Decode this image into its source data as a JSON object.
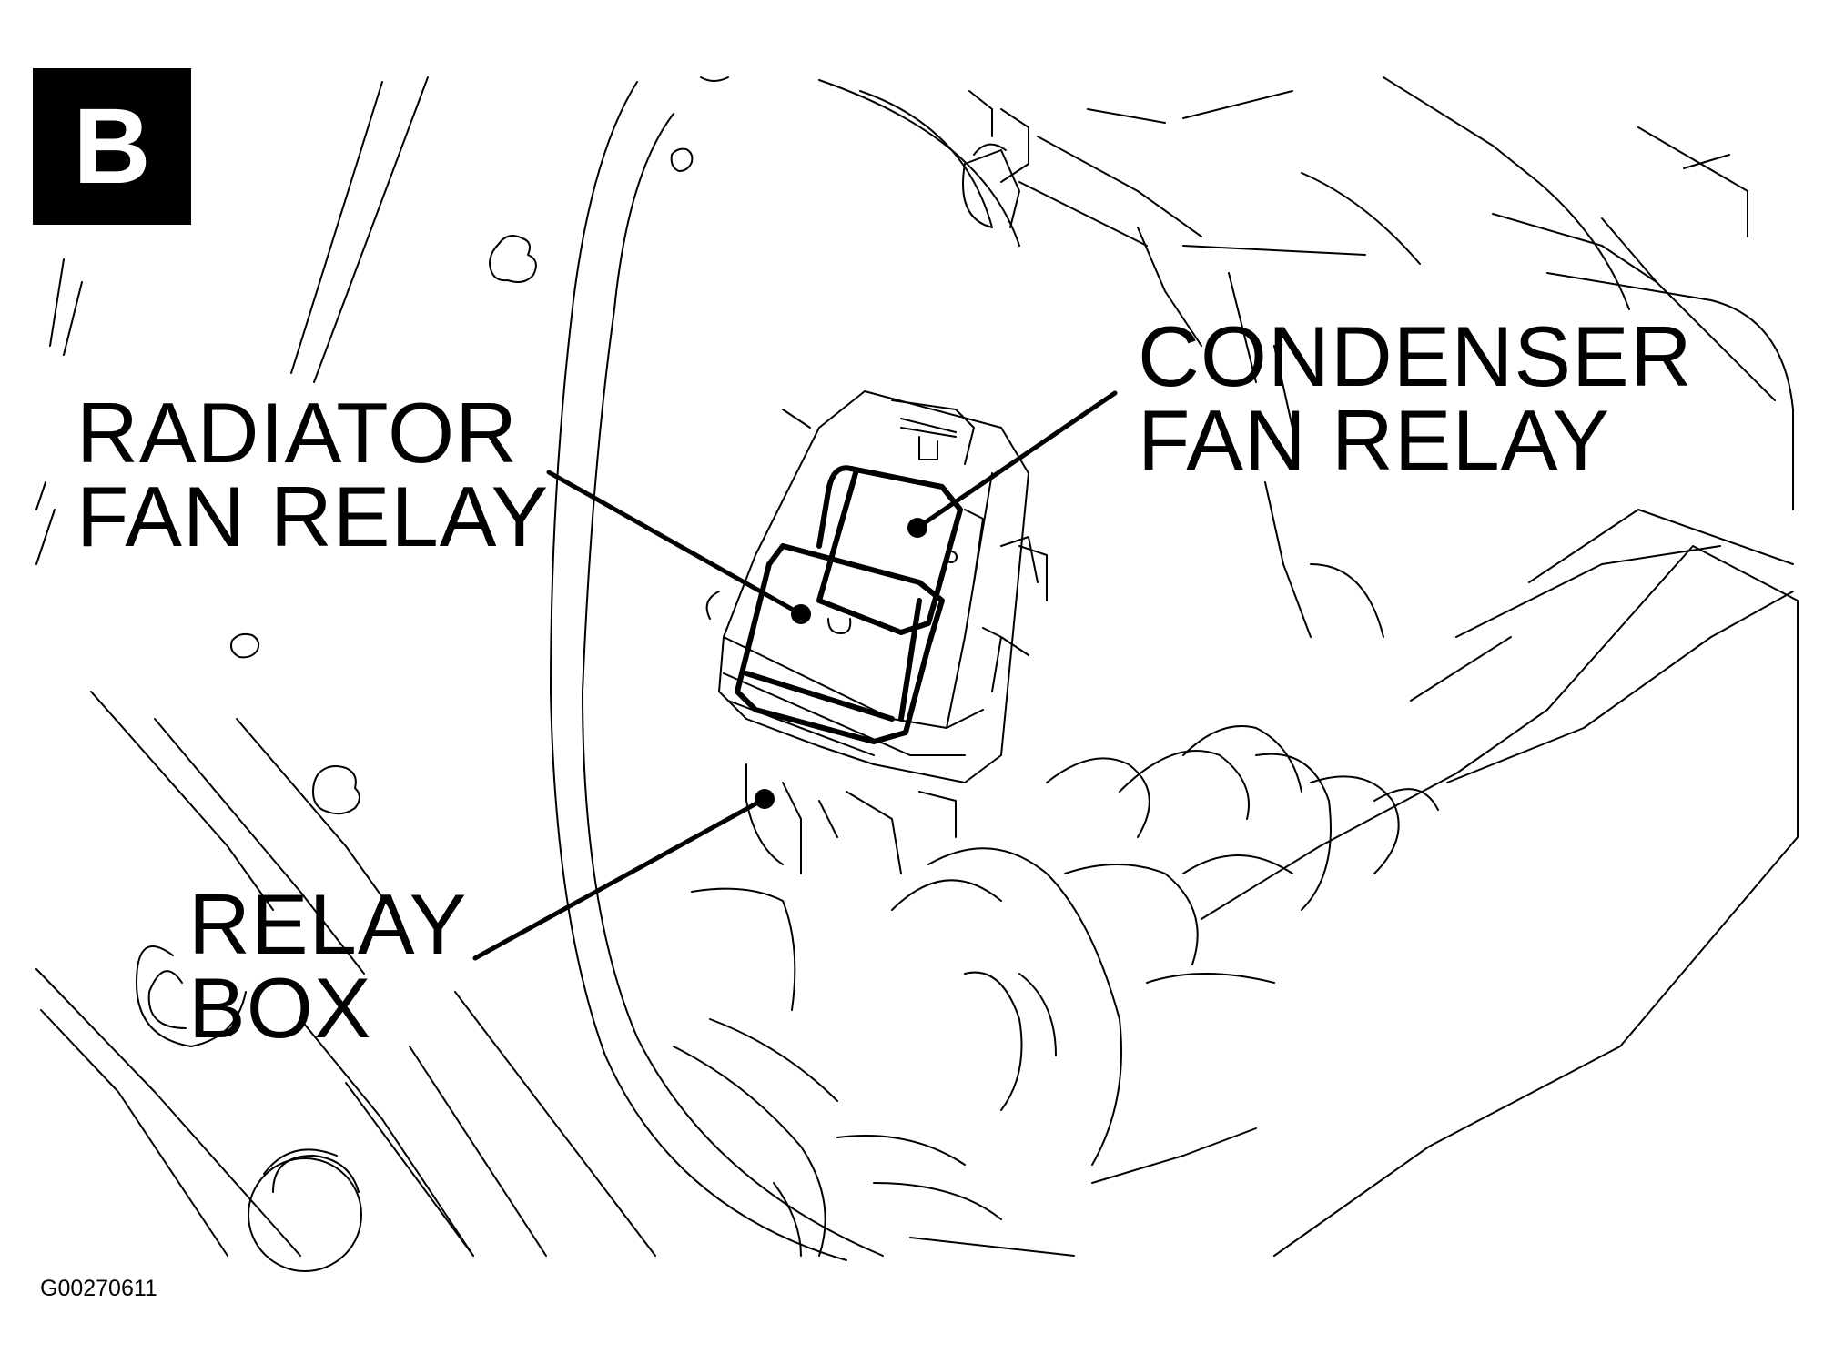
{
  "panel": {
    "letter": "B"
  },
  "labels": {
    "condenser_line1": "CONDENSER",
    "condenser_line2": "FAN RELAY",
    "radiator_line1": "RADIATOR",
    "radiator_line2": "FAN RELAY",
    "relaybox_line1": "RELAY",
    "relaybox_line2": "BOX"
  },
  "figure_code": "G00270611",
  "colors": {
    "ink": "#000000",
    "paper": "#ffffff"
  }
}
